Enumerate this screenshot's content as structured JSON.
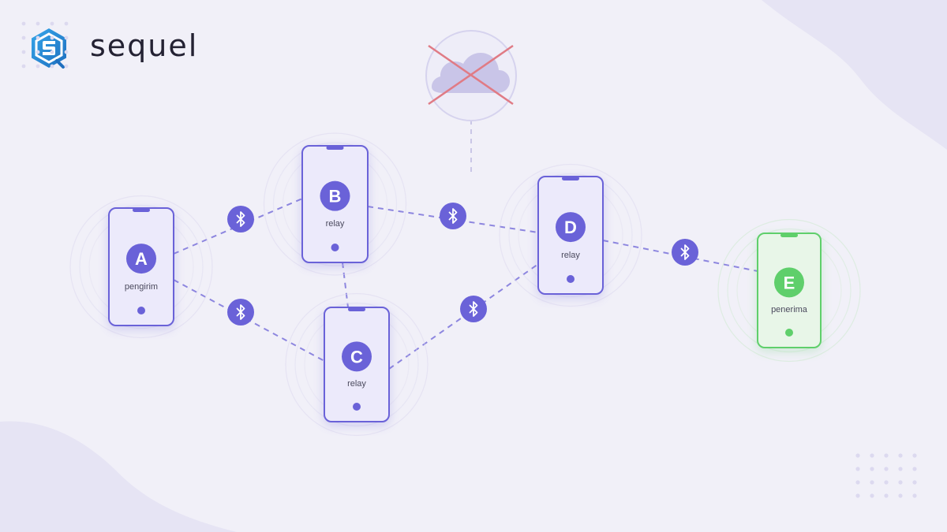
{
  "brand": {
    "name": "sequel",
    "logo_icon": "hexagon-s-logo",
    "accent": "#2a8fd8"
  },
  "cloud": {
    "icon": "cloud-icon",
    "crossed_out": true,
    "cross_color": "#e07b85"
  },
  "nodes": [
    {
      "id": "A",
      "label": "pengirim",
      "role": "sender"
    },
    {
      "id": "B",
      "label": "relay",
      "role": "relay"
    },
    {
      "id": "C",
      "label": "relay",
      "role": "relay"
    },
    {
      "id": "D",
      "label": "relay",
      "role": "relay"
    },
    {
      "id": "E",
      "label": "penerima",
      "role": "receiver"
    }
  ],
  "links": [
    {
      "from": "A",
      "to": "B",
      "icon": "bluetooth-icon"
    },
    {
      "from": "A",
      "to": "C",
      "icon": "bluetooth-icon"
    },
    {
      "from": "B",
      "to": "C",
      "icon": ""
    },
    {
      "from": "B",
      "to": "D",
      "icon": "bluetooth-icon"
    },
    {
      "from": "C",
      "to": "D",
      "icon": "bluetooth-icon"
    },
    {
      "from": "D",
      "to": "E",
      "icon": "bluetooth-icon"
    }
  ],
  "colors": {
    "background": "#f1f0f8",
    "primary": "#6a62d8",
    "primary_light": "#8b84e6",
    "phone_bg": "#eceafb",
    "receiver": "#5fcf6b",
    "receiver_bg": "#e8f6e8",
    "link": "#8d86df",
    "text": "#4b4a5e"
  }
}
